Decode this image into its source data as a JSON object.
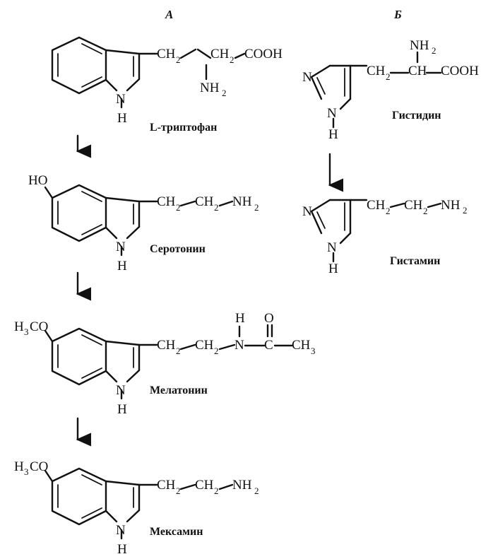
{
  "columns": {
    "a": "А",
    "b": "Б"
  },
  "atoms": {
    "ch": "CH",
    "sub2": "2",
    "nh": "NH",
    "cooh": "COOH",
    "n": "N",
    "h": "H",
    "ho": "HO",
    "h3co_h": "H",
    "h3co_3": "3",
    "h3co_co": "CO",
    "o": "O",
    "c": "C",
    "ch3_ch": "CH",
    "ch3_3": "3"
  },
  "compounds": {
    "tryptophan": "L-триптофан",
    "serotonin": "Серотонин",
    "melatonin": "Мелатонин",
    "mexamine": "Мексамин",
    "histidine": "Гистидин",
    "histamine": "Гистамин"
  }
}
